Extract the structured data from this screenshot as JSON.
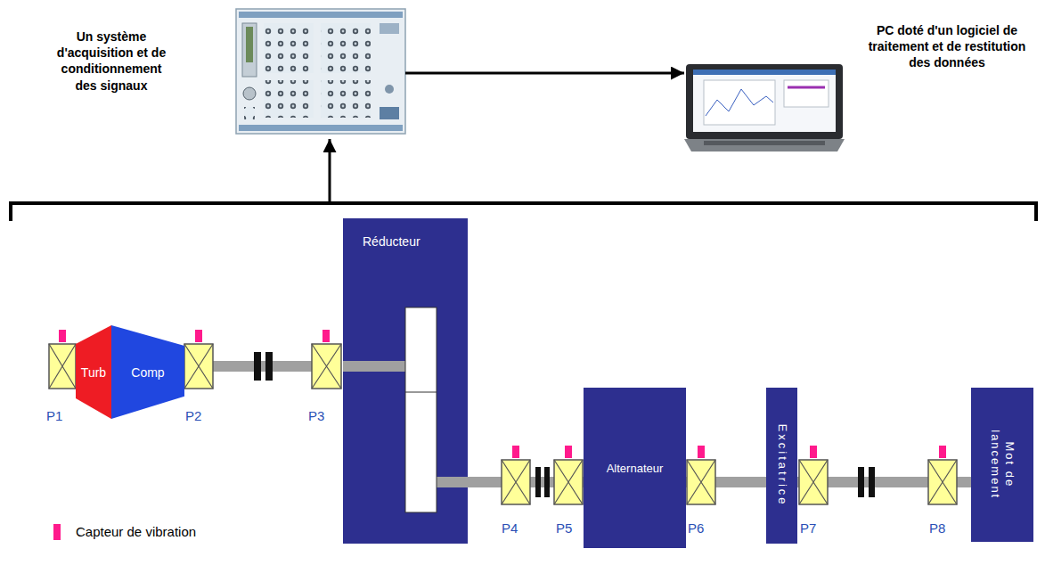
{
  "diagram": {
    "nodes": [
      {
        "text": [
          "Un système d'acquisition et de conditionnement des signaux"
        ]
      },
      {
        "text": [
          "PC doté d'un logiciel de traitement et de restitution des données"
        ]
      },
      {
        "text": [
          "Turb"
        ]
      },
      {
        "text": [
          "Comp"
        ]
      },
      {
        "text": [
          "Réducteur"
        ]
      },
      {
        "text": [
          "Alternateur"
        ]
      },
      {
        "text": [
          "Excitatrice"
        ]
      },
      {
        "text": [
          "Mot de lancement"
        ]
      }
    ],
    "edges": [
      {
        "from": 0,
        "to": 1,
        "arrow": "to"
      }
    ],
    "labels": [
      "P1",
      "P2",
      "P3",
      "P4",
      "P5",
      "P6",
      "P7",
      "P8"
    ],
    "legend": [
      {
        "text": "Capteur de vibration",
        "color": "#ff1a8c"
      }
    ]
  }
}
